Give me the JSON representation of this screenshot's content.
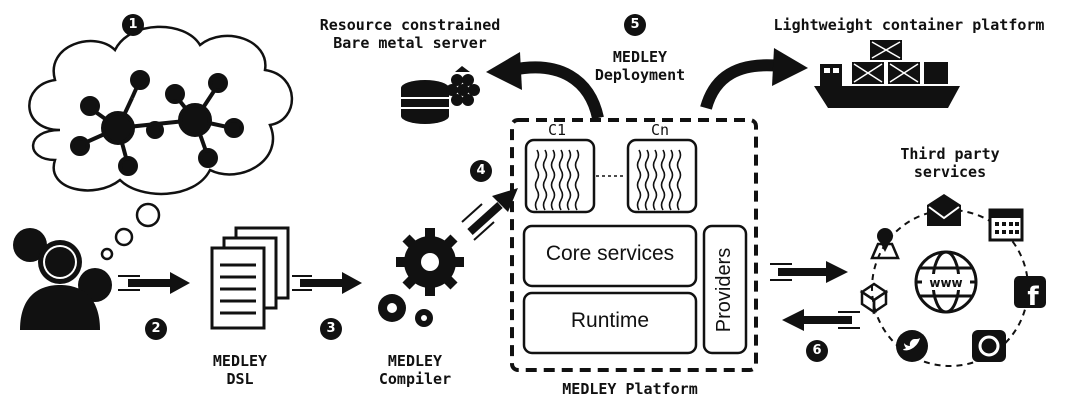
{
  "steps": [
    "1",
    "2",
    "3",
    "4",
    "5",
    "6"
  ],
  "labels": {
    "bare_metal": [
      "Resource constrained",
      "Bare metal server"
    ],
    "deployment": [
      "MEDLEY",
      "Deployment"
    ],
    "lightweight": "Lightweight container platform",
    "third_party": [
      "Third party",
      "services"
    ],
    "dsl": [
      "MEDLEY",
      "DSL"
    ],
    "compiler": [
      "MEDLEY",
      "Compiler"
    ],
    "platform": "MEDLEY Platform"
  },
  "platform": {
    "containers": [
      "C1",
      "Cn"
    ],
    "core_services": "Core services",
    "runtime": "Runtime",
    "providers": "Providers"
  },
  "services_icons": [
    "map-pin",
    "email",
    "calendar",
    "www-globe",
    "dropbox",
    "facebook",
    "twitter",
    "photo"
  ]
}
